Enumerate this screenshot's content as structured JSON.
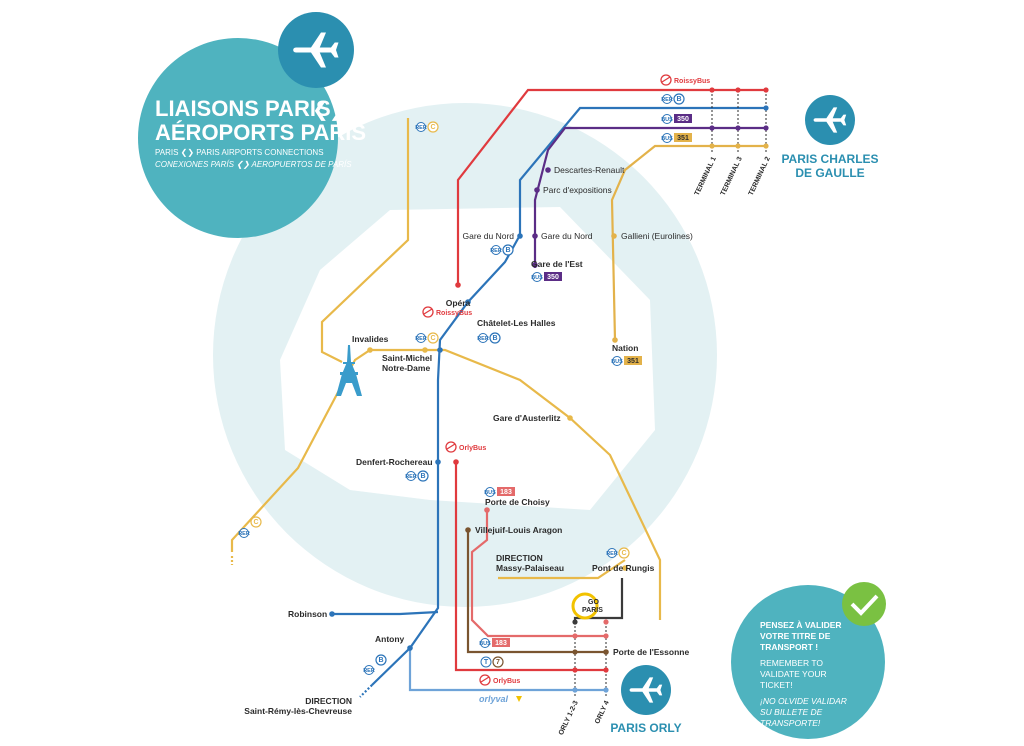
{
  "title": {
    "line1": "LIAISONS PARIS",
    "line2": "AÉROPORTS PARIS",
    "en": "PARIS ❮❯ PARIS AIRPORTS CONNECTIONS",
    "es": "CONEXIONES PARÍS ❮❯ AEROPUERTOS DE PARÍS",
    "arrows": "❮❯"
  },
  "airports": {
    "cdg_line1": "PARIS CHARLES",
    "cdg_line2": "DE GAULLE",
    "orly": "PARIS ORLY"
  },
  "terminals": {
    "t1": "TERMINAL 1",
    "t3": "TERMINAL 3",
    "t2": "TERMINAL 2"
  },
  "orly_terminals": {
    "t123": "ORLY 1-2-3",
    "t4": "ORLY 4"
  },
  "stations": {
    "descartes": "Descartes-Renault",
    "parc_expo": "Parc d'expositions",
    "gare_nord_b": "Gare du Nord",
    "gare_nord_bus": "Gare du Nord",
    "gare_est": "Gare de l'Est",
    "gallieni": "Gallieni (Eurolines)",
    "opera": "Opéra",
    "chatelet": "Châtelet-Les Halles",
    "invalides": "Invalides",
    "saint_michel_1": "Saint-Michel",
    "saint_michel_2": "Notre-Dame",
    "nation": "Nation",
    "austerlitz": "Gare d'Austerlitz",
    "denfert": "Denfert-Rochereau",
    "choisy": "Porte de Choisy",
    "villejuif": "Villejuif-Louis Aragon",
    "massy_1": "DIRECTION",
    "massy_2": "Massy-Palaiseau",
    "rungis": "Pont de Rungis",
    "robinson": "Robinson",
    "antony": "Antony",
    "essonne": "Porte de l'Essonne",
    "st_remy_1": "DIRECTION",
    "st_remy_2": "Saint-Rémy-lès-Chevreuse"
  },
  "badges": {
    "rer": "RER",
    "bus": "BUS",
    "b": "B",
    "c": "C",
    "t": "T",
    "seven": "7",
    "n350": "350",
    "n351": "351",
    "n183": "183",
    "roissybus": "RoissyBus",
    "orlybus": "OrlyBus",
    "orlyval": "orlyval",
    "go": "GO",
    "paris": "PARIS"
  },
  "note": {
    "fr1": "PENSEZ À VALIDER",
    "fr2": "VOTRE TITRE DE",
    "fr3": "TRANSPORT !",
    "en1": "REMEMBER TO",
    "en2": "VALIDATE YOUR",
    "en3": "TICKET!",
    "es1": "¡NO OLVIDE VALIDAR",
    "es2": "SU BILLETE DE",
    "es3": "TRANSPORTE!"
  },
  "colors": {
    "teal": "#4fb3bf",
    "teal_dark": "#2b8fb0",
    "ring": "#e3f1f3",
    "rer_b": "#2c74b9",
    "rer_c": "#e8b94a",
    "roissybus": "#e03a3e",
    "bus350": "#5b2d86",
    "bus351": "#e3b24a",
    "orlybus": "#e03a3e",
    "bus183": "#e46a6a",
    "orlyval": "#6ea3d8",
    "tram7": "#7a5530",
    "go_paris": "#3a3a3a",
    "check": "#7ac142"
  }
}
